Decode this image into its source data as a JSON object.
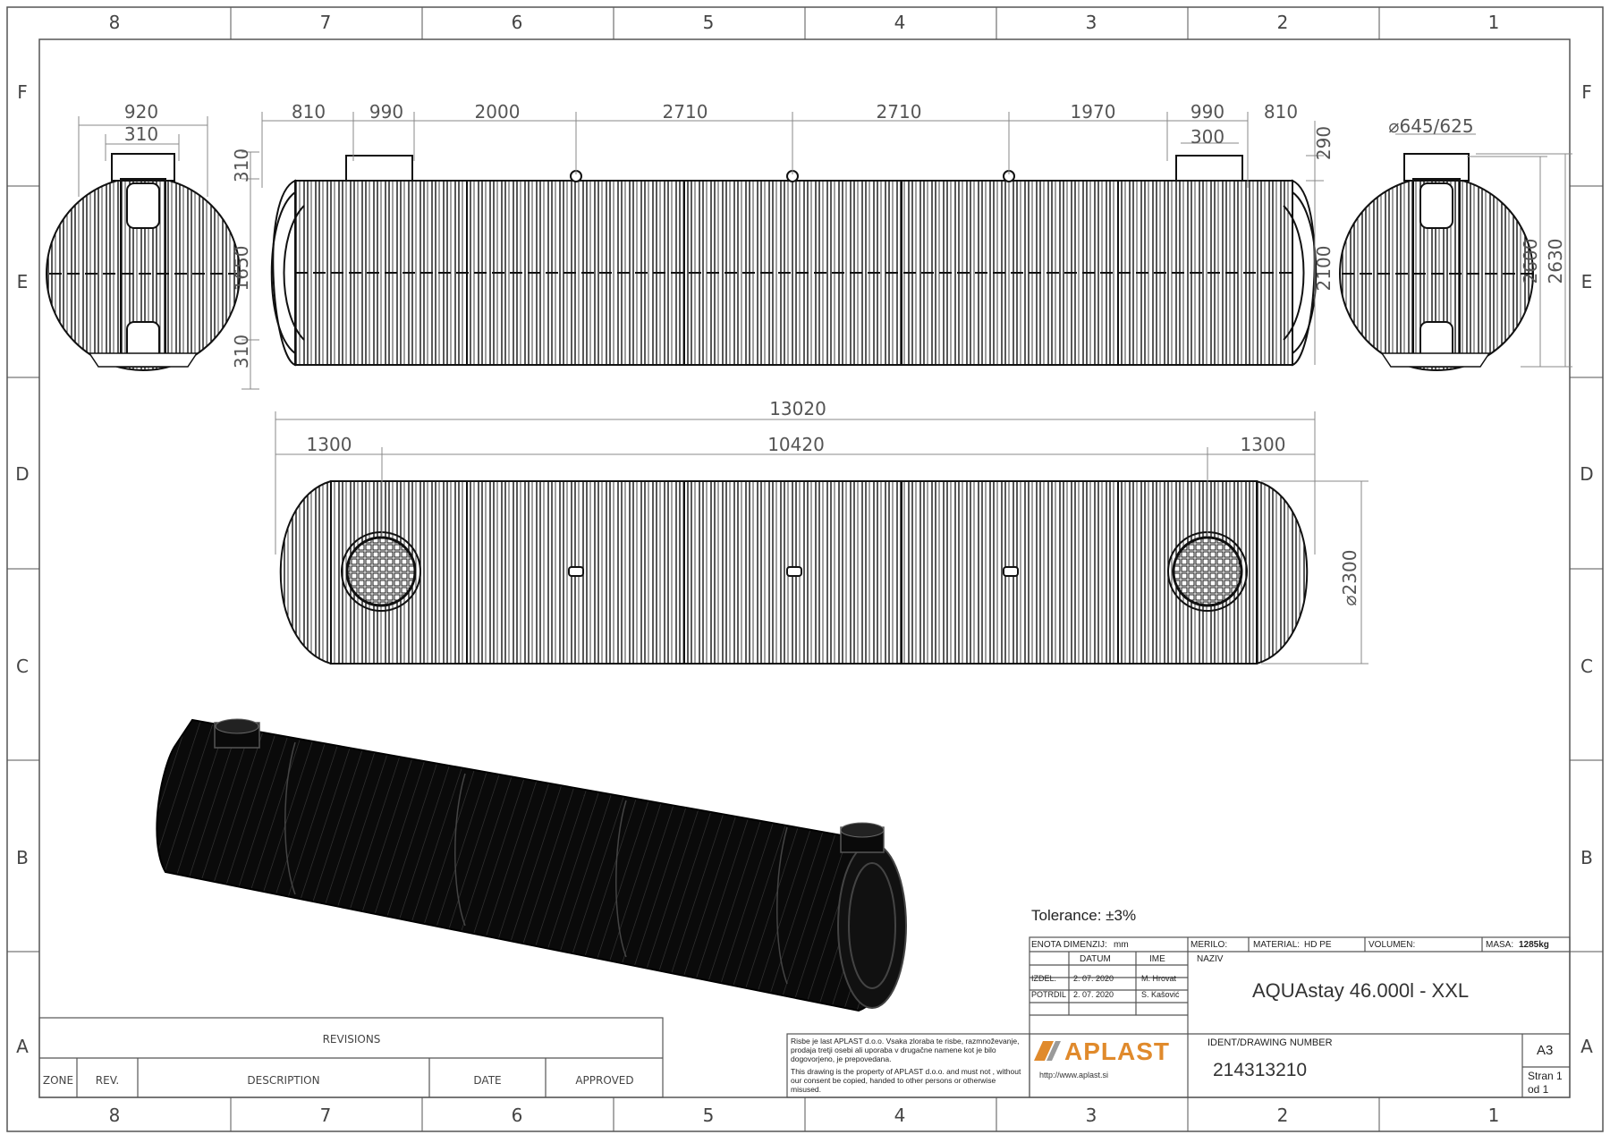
{
  "frame": {
    "columns": [
      "8",
      "7",
      "6",
      "5",
      "4",
      "3",
      "2",
      "1"
    ],
    "rows": [
      "F",
      "E",
      "D",
      "C",
      "B",
      "A"
    ]
  },
  "dimensions": {
    "end_view_left": {
      "width": "920",
      "opening": "310",
      "top": "310",
      "middle": "1650",
      "bottom": "310"
    },
    "side_view": [
      "810",
      "990",
      "2000",
      "2710",
      "2710",
      "1970",
      "990",
      "810"
    ],
    "side_right_opening": "300",
    "side_right_riser": "290",
    "side_right_height": "2100",
    "end_view_right": {
      "diameter": "⌀645/625",
      "height_inner": "2600",
      "height_outer": "2630"
    },
    "top_view": {
      "total": "13020",
      "left": "1300",
      "middle": "10420",
      "right": "1300",
      "diameter": "⌀2300"
    }
  },
  "title_block": {
    "tolerance": "Tolerance: ±3%",
    "unit_label": "ENOTA DIMENZIJ:",
    "unit_value": "mm",
    "scale_label": "MERILO:",
    "material_label": "MATERIAL:",
    "material_value": "HD PE",
    "volume_label": "VOLUMEN:",
    "mass_label": "MASA:",
    "mass_value": "1285kg",
    "date_header": "DATUM",
    "name_header": "IME",
    "title_header": "NAZIV",
    "drawn_label": "IZDEL.",
    "drawn_date": "2. 07. 2020",
    "drawn_name": "M. Hrovat",
    "approved_label": "POTRDIL",
    "approved_date": "2. 07. 2020",
    "approved_name": "S. Kašović",
    "title": "AQUAstay 46.000l - XXL",
    "notice_si": "Risbe je last APLAST d.o.o. Vsaka zloraba te risbe, razmnoževanje, prodaja tretji osebi ali uporaba v drugačne namene kot je bilo dogovorjeno, je prepovedana.",
    "notice_en": "This drawing is the property of APLAST d.o.o. and must not , without our consent be copied, handed to other persons or otherwise misused.",
    "brand": "APLAST",
    "url": "http://www.aplast.si",
    "ident_label": "IDENT/DRAWING NUMBER",
    "ident": "214313210",
    "format": "A3",
    "sheet_page": "Stran 1",
    "sheet_of": "od 1"
  },
  "revisions": {
    "title": "REVISIONS",
    "headers": [
      "ZONE",
      "REV.",
      "DESCRIPTION",
      "DATE",
      "APPROVED"
    ]
  }
}
